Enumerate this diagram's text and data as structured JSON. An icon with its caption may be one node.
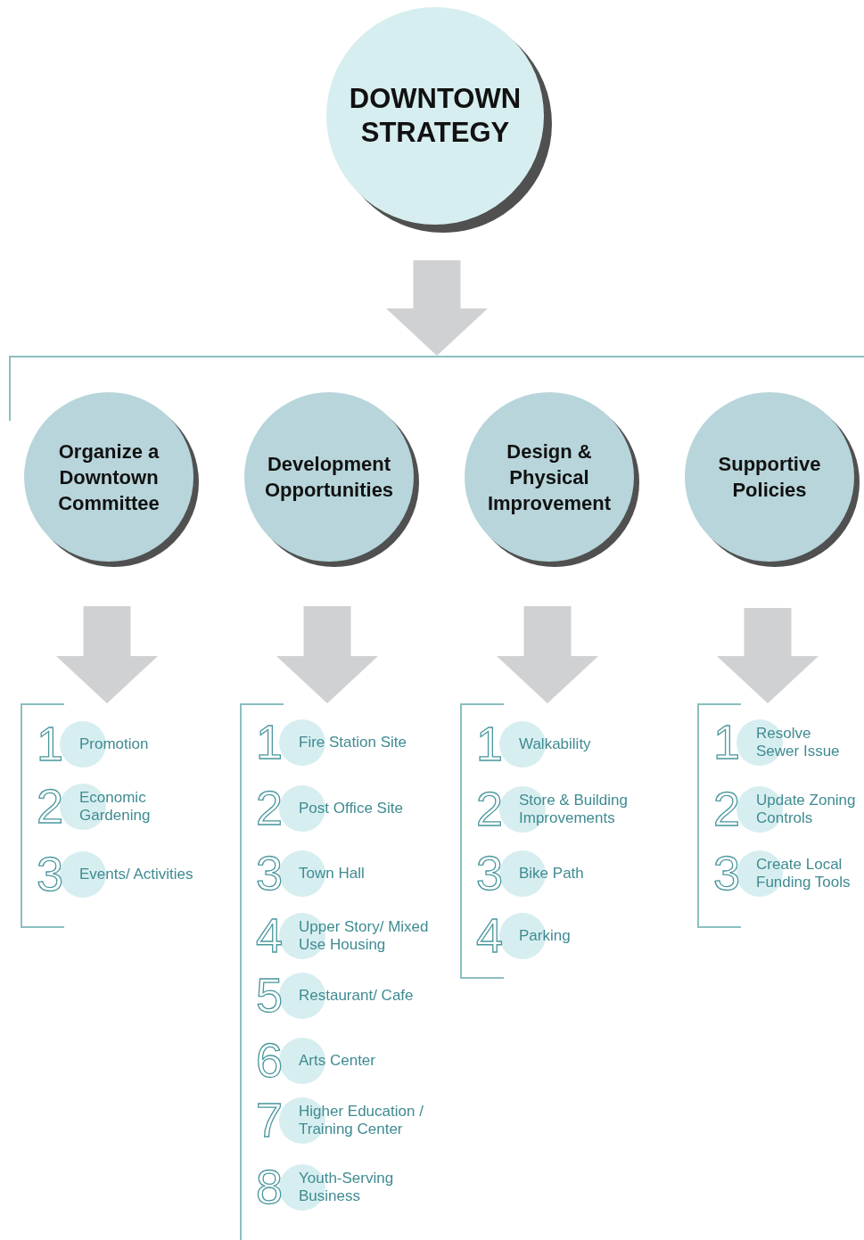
{
  "diagram": {
    "nodes": [
      {
        "text": [
          "DOWNTOWN STRATEGY"
        ]
      },
      {
        "text": [],
        "shape": "bracket"
      },
      {
        "text": [
          "Organize a Downtown Committee"
        ]
      },
      {
        "text": [
          "Development Opportunities"
        ]
      },
      {
        "text": [
          "Design & Physical Improvement"
        ]
      },
      {
        "text": [
          "Supportive Policies"
        ]
      },
      {
        "text": [],
        "shape": "bracket"
      },
      {
        "text": [],
        "shape": "bracket"
      },
      {
        "text": [],
        "shape": "bracket"
      },
      {
        "text": [],
        "shape": "bracket"
      },
      {
        "text": [
          "1",
          "Promotion"
        ],
        "in": 6
      },
      {
        "text": [
          "2",
          "Economic Gardening"
        ],
        "in": 6
      },
      {
        "text": [
          "3",
          "Events/ Activities"
        ],
        "in": 6
      },
      {
        "text": [
          "1",
          "Fire Station Site"
        ],
        "in": 7
      },
      {
        "text": [
          "2",
          "Post Office Site"
        ],
        "in": 7
      },
      {
        "text": [
          "3",
          "Town Hall"
        ],
        "in": 7
      },
      {
        "text": [
          "4",
          "Upper Story/ Mixed Use Housing"
        ],
        "in": 7
      },
      {
        "text": [
          "5",
          "Restaurant/ Cafe"
        ],
        "in": 7
      },
      {
        "text": [
          "6",
          "Arts Center"
        ],
        "in": 7
      },
      {
        "text": [
          "7",
          "Higher Education / Training Center"
        ],
        "in": 7
      },
      {
        "text": [
          "8",
          "Youth-Serving Business"
        ],
        "in": 7
      },
      {
        "text": [
          "1",
          "Walkability"
        ],
        "in": 8
      },
      {
        "text": [
          "2",
          "Store & Building Improvements"
        ],
        "in": 8
      },
      {
        "text": [
          "3",
          "Bike Path"
        ],
        "in": 8
      },
      {
        "text": [
          "4",
          "Parking"
        ],
        "in": 8
      },
      {
        "text": [
          "1",
          "Resolve Sewer Issue"
        ],
        "in": 9
      },
      {
        "text": [
          "2",
          "Update Zoning Controls"
        ],
        "in": 9
      },
      {
        "text": [
          "3",
          "Create Local Funding Tools"
        ],
        "in": 9
      }
    ],
    "edges": [
      {
        "from": 0,
        "to": 1,
        "arrow": "to"
      },
      {
        "from": 2,
        "to": 6,
        "arrow": "to"
      },
      {
        "from": 3,
        "to": 7,
        "arrow": "to"
      },
      {
        "from": 4,
        "to": 8,
        "arrow": "to"
      },
      {
        "from": 5,
        "to": 9,
        "arrow": "to"
      }
    ]
  }
}
